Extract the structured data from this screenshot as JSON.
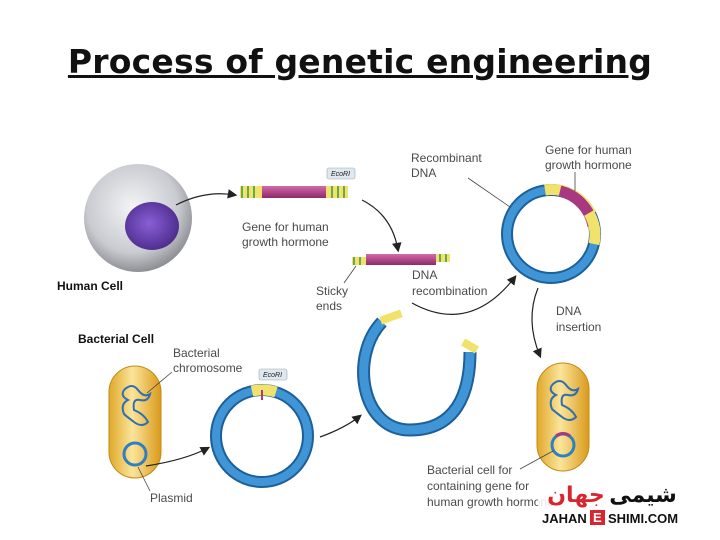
{
  "title": "Process of genetic engineering",
  "labels": {
    "human_cell": "Human Cell",
    "bacterial_cell": "Bacterial Cell",
    "bacterial_chromosome_1": "Bacterial",
    "bacterial_chromosome_2": "chromosome",
    "plasmid": "Plasmid",
    "ecori_1": "EcoRI",
    "ecori_2": "EcoRI",
    "gene_human_1": "Gene for human",
    "gene_human_2": "growth hormone",
    "sticky_1": "Sticky",
    "sticky_2": "ends",
    "dna_recomb_1": "DNA",
    "dna_recomb_2": "recombination",
    "recombinant_1": "Recombinant",
    "recombinant_2": "DNA",
    "gene_top_1": "Gene for human",
    "gene_top_2": "growth hormone",
    "dna_insertion_1": "DNA",
    "dna_insertion_2": "insertion",
    "bact_containing_1": "Bacterial cell for",
    "bact_containing_2": "containing gene for",
    "bact_containing_3": "human growth hormone"
  },
  "watermark": {
    "arabic_left": "جهان",
    "arabic_right": "شیمی",
    "latin_left": "JAHAN",
    "latin_mid": "E",
    "latin_right": "SHIMI.COM"
  },
  "colors": {
    "dna_blue": "#2f7fc1",
    "gene_magenta": "#a8387f",
    "cell_yellow": "#f2c94c",
    "nucleus_purple": "#6a3fb5"
  }
}
